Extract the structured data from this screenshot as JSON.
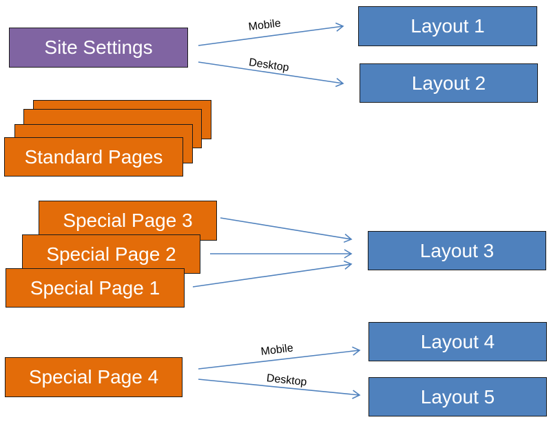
{
  "colors": {
    "site_settings": "#8064a2",
    "pages": "#e36c09",
    "layouts": "#4f81bd",
    "arrows": "#4f81bd"
  },
  "site_settings": {
    "label": "Site Settings"
  },
  "standard_pages": {
    "label": "Standard Pages"
  },
  "special_pages": {
    "page1": "Special Page 1",
    "page2": "Special Page 2",
    "page3": "Special Page 3",
    "page4": "Special Page 4"
  },
  "layouts": {
    "layout1": "Layout 1",
    "layout2": "Layout 2",
    "layout3": "Layout 3",
    "layout4": "Layout 4",
    "layout5": "Layout 5"
  },
  "edge_labels": {
    "site_mobile": "Mobile",
    "site_desktop": "Desktop",
    "page4_mobile": "Mobile",
    "page4_desktop": "Desktop"
  }
}
